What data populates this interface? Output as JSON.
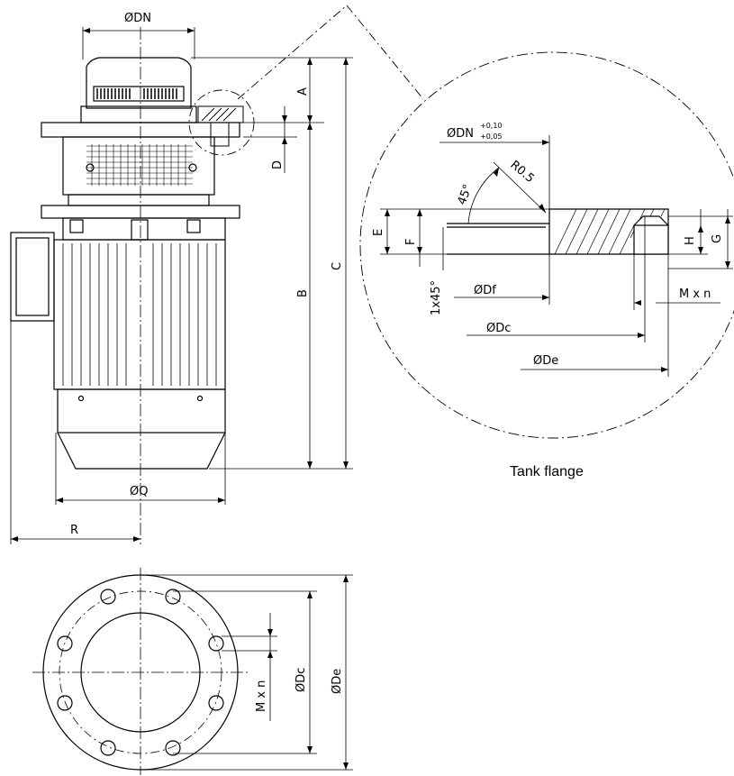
{
  "labels": {
    "dn": "ØDN",
    "a": "A",
    "b": "B",
    "c": "C",
    "d": "D",
    "q": "ØQ",
    "r": "R",
    "e": "E",
    "f": "F",
    "g": "G",
    "h": "H",
    "dn_detail": "ØDN",
    "tol_upper": "+0,10",
    "tol_lower": "+0,05",
    "radius": "R0.5",
    "angle": "45°",
    "chamfer": "1x45°",
    "df": "ØDf",
    "dc": "ØDc",
    "de": "ØDe",
    "mxn": "M x n",
    "dc_bottom": "ØDc",
    "de_bottom": "ØDe",
    "mxn_bottom": "M x n"
  },
  "caption": "Tank flange"
}
